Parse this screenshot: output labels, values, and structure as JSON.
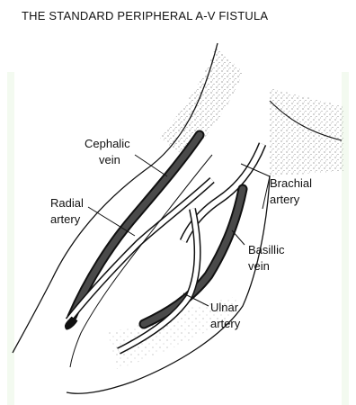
{
  "figure": {
    "title": "THE STANDARD PERIPHERAL A-V FISTULA",
    "labels": {
      "cephalic_line1": "Cephalic",
      "cephalic_line2": "vein",
      "radial_line1": "Radial",
      "radial_line2": "artery",
      "brachial_line1": "Brachial",
      "brachial_line2": "artery",
      "basillic_line1": "Basillic",
      "basillic_line2": "vein",
      "ulnar_line1": "Ulnar",
      "ulnar_line2": "artery"
    },
    "colors": {
      "background_tint": "#f3faf0",
      "ink": "#111111",
      "vein_fill": "#3a3a3a"
    }
  }
}
